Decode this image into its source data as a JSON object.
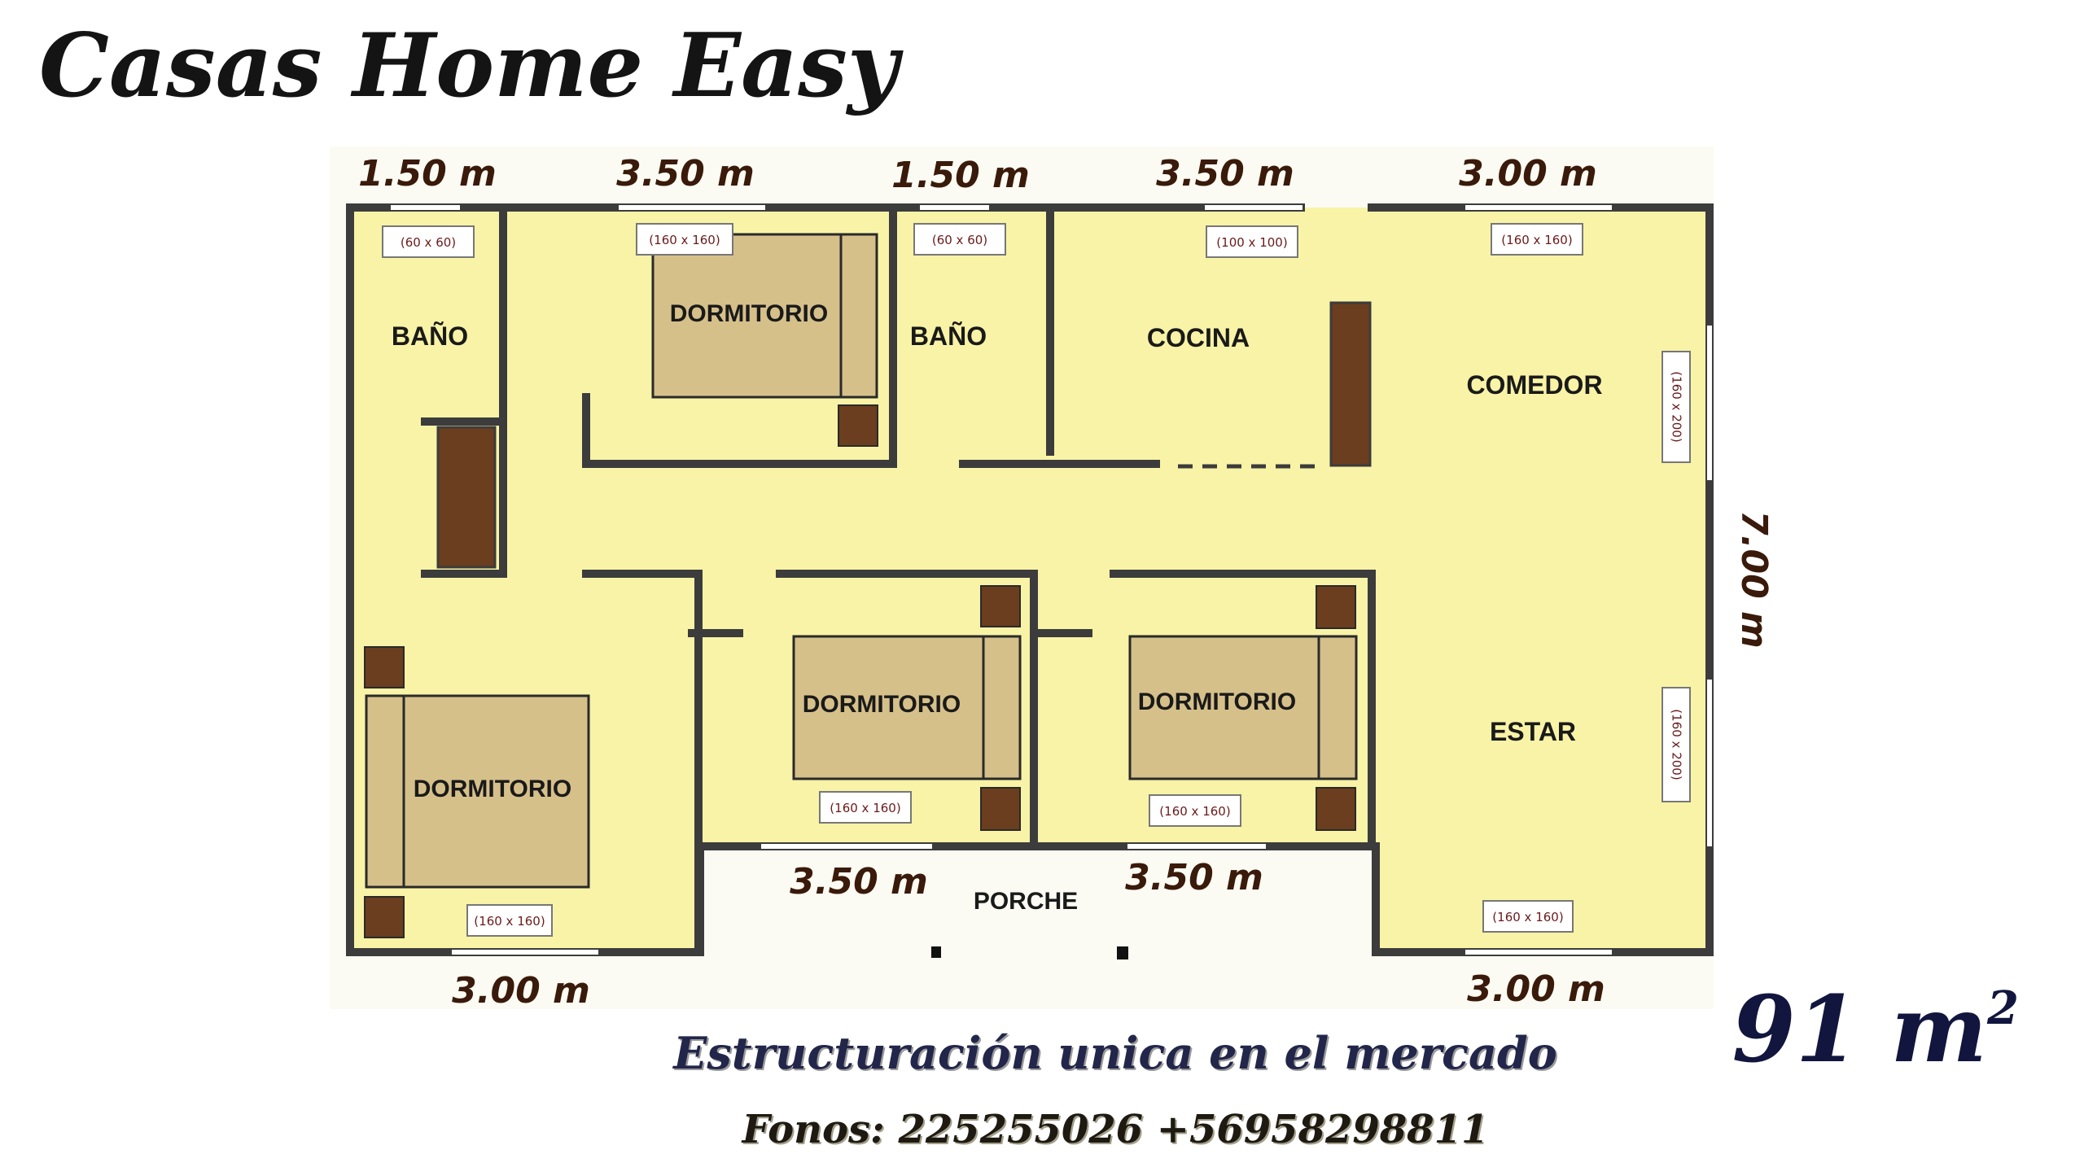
{
  "title": "Casas Home Easy",
  "area": {
    "value": "91 m",
    "unit_sup": "2"
  },
  "tagline": "Estructuración unica en el mercado",
  "phones": "Fonos: 225255026 +56958298811",
  "dimensions": {
    "top": [
      "1.50 m",
      "3.50 m",
      "1.50 m",
      "3.50 m",
      "3.00 m"
    ],
    "side": "7.00 m",
    "bottom_left": "3.00 m",
    "bottom_porch_left": "3.50 m",
    "bottom_porch_right": "3.50 m",
    "bottom_right": "3.00 m"
  },
  "rooms": {
    "bath_left": "BAÑO",
    "bedroom_top": "DORMITORIO",
    "bath_mid": "BAÑO",
    "kitchen": "COCINA",
    "dining": "COMEDOR",
    "living": "ESTAR",
    "bedroom_bottom_left": "DORMITORIO",
    "bedroom_bottom_mid": "DORMITORIO",
    "bedroom_bottom_right": "DORMITORIO",
    "porch": "PORCHE"
  },
  "windows": {
    "w1": "(60 x 60)",
    "w2": "(160 x 160)",
    "w3": "(60 x 60)",
    "w4": "(100 x 100)",
    "w5": "(160 x 160)",
    "w6": "(160 x 200)",
    "w7": "(160 x 200)",
    "w8": "(160 x 160)",
    "w9": "(160 x 160)",
    "w10": "(160 x 160)",
    "w11": "(160 x 160)"
  },
  "colors": {
    "floor": "#f8f3a6",
    "wall": "#3c3c3c",
    "bed": "#d6c08a",
    "furniture": "#6b3e1f"
  }
}
